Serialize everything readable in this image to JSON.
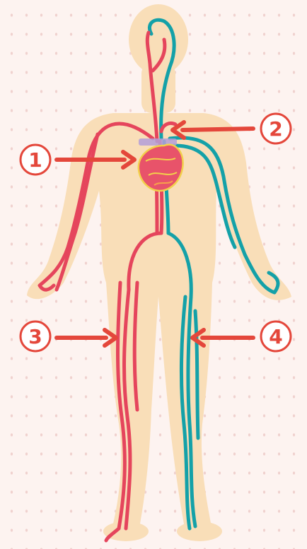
{
  "diagram": {
    "colors": {
      "background": "#fdf3f0",
      "dots": "#f0d2cf",
      "body": "#f9deb8",
      "artery": "#e5455c",
      "vein": "#14a1a8",
      "heart": "#e8536a",
      "heart_accent": "#f2d04b",
      "pointer": "#e4473b",
      "marker_fill": "#ffffff"
    },
    "icons": {
      "body": "human-silhouette",
      "heart": "heart-organ-icon",
      "pointer": "arrow-icon"
    },
    "markers": [
      {
        "label": "1",
        "arrow_direction": "right"
      },
      {
        "label": "2",
        "arrow_direction": "left"
      },
      {
        "label": "3",
        "arrow_direction": "right"
      },
      {
        "label": "4",
        "arrow_direction": "left"
      }
    ]
  }
}
